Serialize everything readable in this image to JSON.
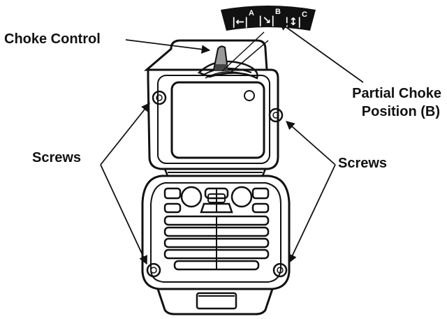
{
  "labels": {
    "choke_control": "Choke Control",
    "partial_choke_line1": "Partial Choke",
    "partial_choke_line2": "Position (B)",
    "screws_left": "Screws",
    "screws_right": "Screws"
  },
  "dial": {
    "positions": [
      {
        "letter": "A",
        "symbol": "|←|"
      },
      {
        "letter": "B",
        "symbol": "|↘|"
      },
      {
        "letter": "C",
        "symbol": "|↕|"
      }
    ]
  },
  "icons": [
    "screw-icon",
    "choke-lever-icon",
    "dial-icon"
  ],
  "colors": {
    "ink": "#111111",
    "paper": "#ffffff"
  }
}
